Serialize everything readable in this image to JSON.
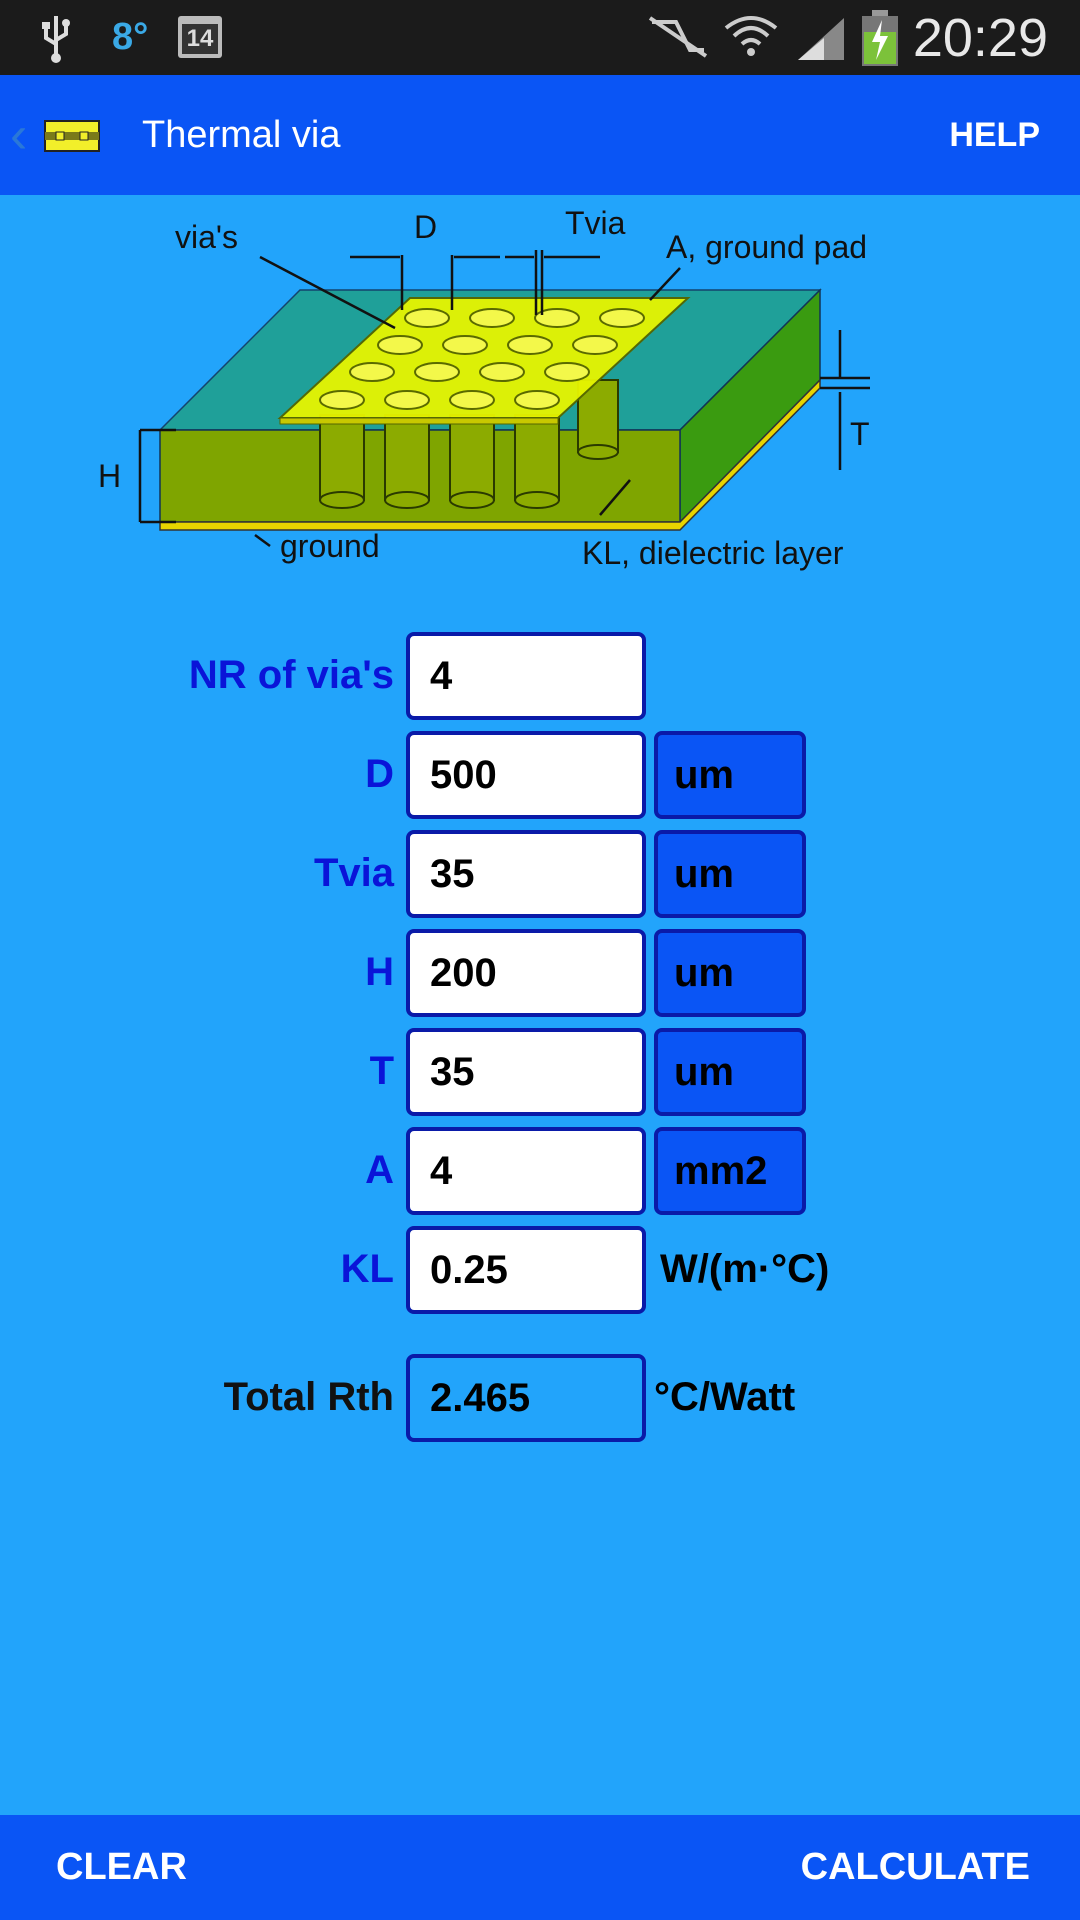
{
  "status_bar": {
    "time": "20:29",
    "temperature": "8°",
    "calendar_day": "14"
  },
  "action_bar": {
    "title": "Thermal via",
    "help_label": "HELP"
  },
  "diagram": {
    "labels": {
      "vias": "via's",
      "d": "D",
      "tvia": "Tvia",
      "pad": "A, ground pad",
      "h": "H",
      "t": "T",
      "ground": "ground",
      "dielectric": "KL, dielectric layer"
    }
  },
  "form": {
    "nr_vias": {
      "label": "NR of via's",
      "value": "4"
    },
    "d": {
      "label": "D",
      "value": "500",
      "unit": "um"
    },
    "tvia": {
      "label": "Tvia",
      "value": "35",
      "unit": "um"
    },
    "h": {
      "label": "H",
      "value": "200",
      "unit": "um"
    },
    "t": {
      "label": "T",
      "value": "35",
      "unit": "um"
    },
    "a": {
      "label": "A",
      "value": "4",
      "unit": "mm2"
    },
    "kl": {
      "label": "KL",
      "value": "0.25",
      "unit": "W/(m·°C)"
    },
    "total": {
      "label": "Total Rth",
      "value": "2.465",
      "unit": "°C/Watt"
    }
  },
  "bottom_bar": {
    "clear_label": "CLEAR",
    "calculate_label": "CALCULATE"
  },
  "colors": {
    "background": "#22a4fb",
    "bar": "#0a55f5",
    "label_blue": "#0a14d8",
    "border": "#0a1aa8"
  }
}
